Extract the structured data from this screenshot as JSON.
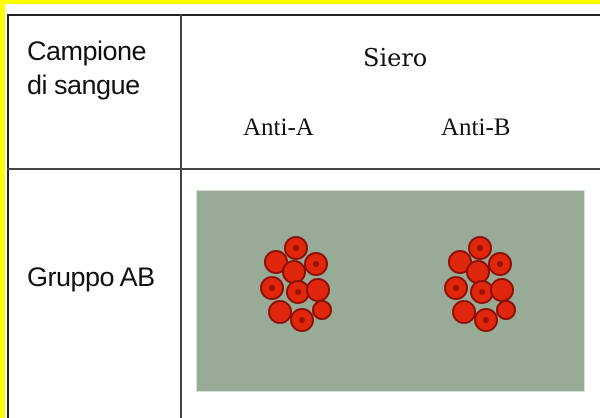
{
  "table": {
    "sample_header": "Campione di sangue",
    "serum_header": "Siero",
    "columns": [
      "Anti-A",
      "Anti-B"
    ],
    "row_label": "Gruppo AB"
  },
  "colors": {
    "page_background": "#ffff00",
    "test_panel": "#97ab97",
    "red_cell": "#e0260d",
    "red_cell_dark": "#8a0f04"
  },
  "results": [
    {
      "serum": "Anti-A",
      "agglutination": true
    },
    {
      "serum": "Anti-B",
      "agglutination": true
    }
  ]
}
